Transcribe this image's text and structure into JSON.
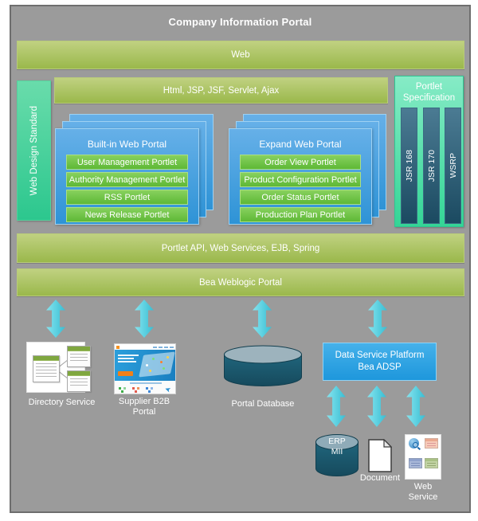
{
  "title": "Company Information Portal",
  "bars": {
    "web": "Web",
    "tech": "Html, JSP, JSF, Servlet, Ajax",
    "api": "Portlet API, Web Services, EJB, Spring",
    "weblogic": "Bea Weblogic Portal"
  },
  "web_design_standard": "Web Design Standard",
  "portlet_spec": {
    "title": "Portlet Specification",
    "bars": [
      "JSR 168",
      "JSR 170",
      "WSRP"
    ]
  },
  "builtin": {
    "title": "Built-in Web Portal",
    "portlets": [
      "User Management Portlet",
      "Authority Management Portlet",
      "RSS Portlet",
      "News Release Portlet"
    ]
  },
  "expand": {
    "title": "Expand Web Portal",
    "portlets": [
      "Order View Portlet",
      "Product Configuration Portlet",
      "Order Status Portlet",
      "Production Plan Portlet"
    ]
  },
  "nodes": {
    "directory": "Directory Service",
    "supplier": "Supplier B2B Portal",
    "database": "Portal Database",
    "dsp_line1": "Data Service Platform",
    "dsp_line2": "Bea ADSP",
    "erp_line1": "ERP",
    "erp_line2": "MII",
    "document": "Document",
    "web_service": "Web Service"
  },
  "colors": {
    "bg_gray": "#9b9b9b",
    "frame_border": "#6e6e6e",
    "green_top": "#c0d181",
    "green_bottom": "#9ab84b",
    "teal_top": "#69dcab",
    "teal_bottom": "#2cc78e",
    "spec_top": "#86ebc6",
    "spec_bottom": "#34d596",
    "darkbar_top": "#4b7b93",
    "darkbar_bottom": "#1b4a61",
    "panel_top": "#66b0e8",
    "panel_bottom": "#2e93d6",
    "btn_top": "#87d15e",
    "btn_bottom": "#5eb836",
    "arrow": "#34bcd2",
    "dsp_top": "#45b1ea",
    "dsp_bottom": "#1e97dc",
    "cyl_body": "#1c5a6f",
    "cyl_top": "#9db3bd"
  }
}
